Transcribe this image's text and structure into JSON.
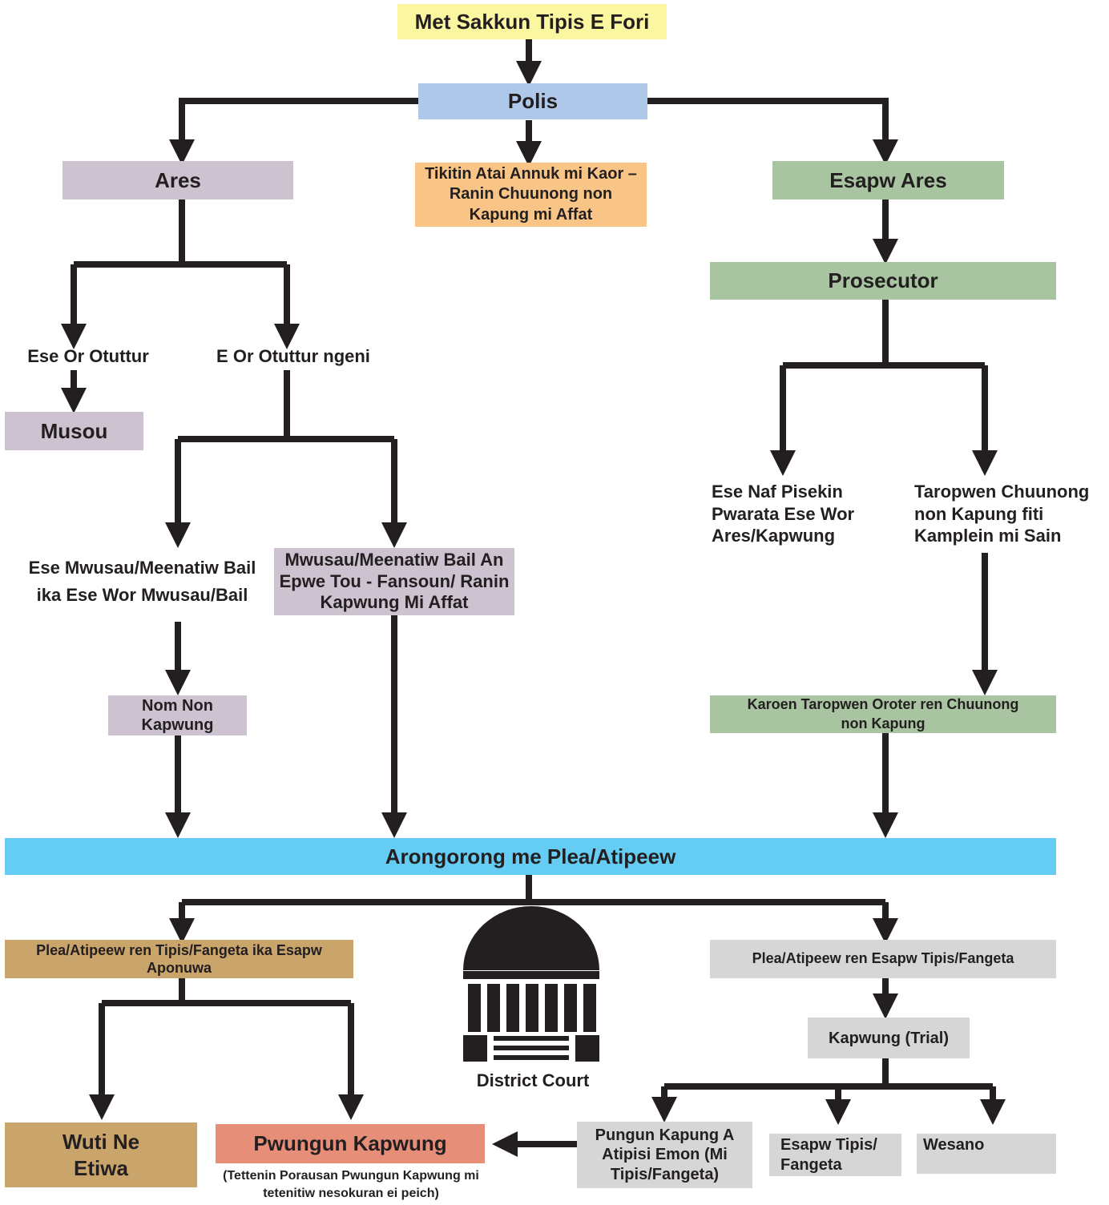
{
  "colors": {
    "yellow": "#fbf6a0",
    "blue": "#adc8e8",
    "orange": "#f9c586",
    "purple": "#cdc2cf",
    "green": "#a8c4a0",
    "cyan": "#65cdf3",
    "tan": "#c9a46b",
    "salmon": "#e78e78",
    "grey": "#d6d6d6",
    "line": "#231f20"
  },
  "nodes": {
    "start": "Met Sakkun Tipis E Fori",
    "polis": "Polis",
    "ares": "Ares",
    "ticket": "Tikitin Atai Annuk mi Kaor – Ranin Chuunong non Kapung mi Affat",
    "esapw_ares": "Esapw Ares",
    "prosecutor": "Prosecutor",
    "ese_or_otuttur": "Ese Or Otuttur",
    "e_or_otuttur_ngeni": "E Or Otuttur ngeni",
    "musou": "Musou",
    "ese_mwusau": "Ese Mwusau/Meenatiw Bail ika Ese Wor Mwusau/Bail",
    "mwusau_bail": "Mwusau/Meenatiw Bail An Epwe Tou - Fansoun/ Ranin Kapwung Mi Affat",
    "nom_non_kapwung": "Nom Non Kapwung",
    "ese_naf": "Ese Naf Pisekin Pwarata Ese Wor Ares/Kapwung",
    "taropwen": "Taropwen Chuunong non Kapung fiti Kamplein mi Sain",
    "karoen": "Karoen Taropwen Oroter ren Chuunong non Kapung",
    "arongorong": "Arongorong me Plea/Atipeew",
    "plea_tipis": "Plea/Atipeew ren Tipis/Fangeta ika Esapw Aponuwa",
    "plea_esapw": "Plea/Atipeew ren Esapw Tipis/Fangeta",
    "kapwung_trial": "Kapwung (Trial)",
    "wuti": "Wuti Ne Etiwa",
    "pwungun": "Pwungun Kapwung",
    "pwungun_note": "(Tettenin Porausan Pwungun Kapwung mi tetenitiw nesokuran ei peich)",
    "pungun_atipisi": "Pungun Kapung A Atipisi Emon (Mi Tipis/Fangeta)",
    "esapw_tipis": "Esapw Tipis/ Fangeta",
    "wesano": "Wesano",
    "district_court": "District Court"
  }
}
